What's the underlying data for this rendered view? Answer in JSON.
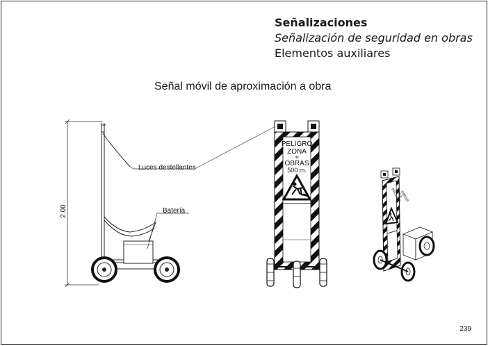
{
  "header": {
    "title": "Señalizaciones",
    "subtitle": "Señalización de seguridad en obras",
    "section": "Elementos auxiliares"
  },
  "diagram": {
    "title": "Señal móvil de aproximación a obra",
    "labels": {
      "lights": "Luces destellantes",
      "battery": "Batería",
      "height": "2.00"
    },
    "sign": {
      "line1": "PELIGRO",
      "line2": "ZONA",
      "line3": "de",
      "line4": "OBRAS",
      "line5": "500 m."
    },
    "small_sign": {
      "line1": "PELIGRO",
      "line2": "ZONA",
      "line3": "OBRAS"
    }
  },
  "footer": {
    "page_number": "239"
  }
}
